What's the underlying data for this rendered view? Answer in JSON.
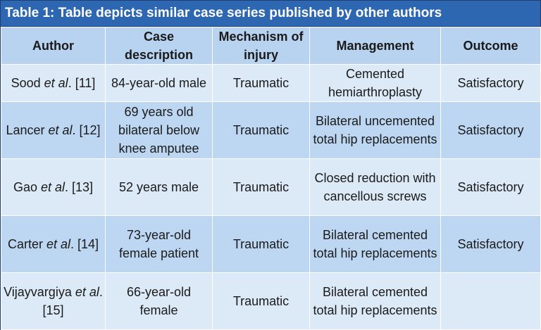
{
  "title": "Table 1: Table depicts similar case series published by other authors",
  "columns": [
    "Author",
    "Case description",
    "Mechanism of injury",
    "Management",
    "Outcome"
  ],
  "rows": [
    {
      "author_name": "Sood ",
      "author_etal": "et al",
      "author_ref": ". [11]",
      "case": "84-year-old male",
      "mechanism": "Traumatic",
      "management": "Cemented hemiarthroplasty",
      "outcome": "Satisfactory"
    },
    {
      "author_name": "Lancer ",
      "author_etal": "et al",
      "author_ref": ". [12]",
      "case": "69 years old bilateral below knee amputee",
      "mechanism": "Traumatic",
      "management": "Bilateral uncemented total hip replacements",
      "outcome": "Satisfactory"
    },
    {
      "author_name": "Gao ",
      "author_etal": "et al",
      "author_ref": ". [13]",
      "case": "52 years male",
      "mechanism": "Traumatic",
      "management": "Closed reduction with cancellous screws",
      "outcome": "Satisfactory"
    },
    {
      "author_name": "Carter ",
      "author_etal": "et al",
      "author_ref": ". [14]",
      "case": "73-year-old female patient",
      "mechanism": "Traumatic",
      "management": "Bilateral cemented total hip replacements",
      "outcome": "Satisfactory"
    },
    {
      "author_name": "Vijayvargiya ",
      "author_etal": "et al",
      "author_ref": ". [15]",
      "case": "66-year-old female",
      "mechanism": "Traumatic",
      "management": "Bilateral cemented total hip replacements",
      "outcome": ""
    }
  ]
}
